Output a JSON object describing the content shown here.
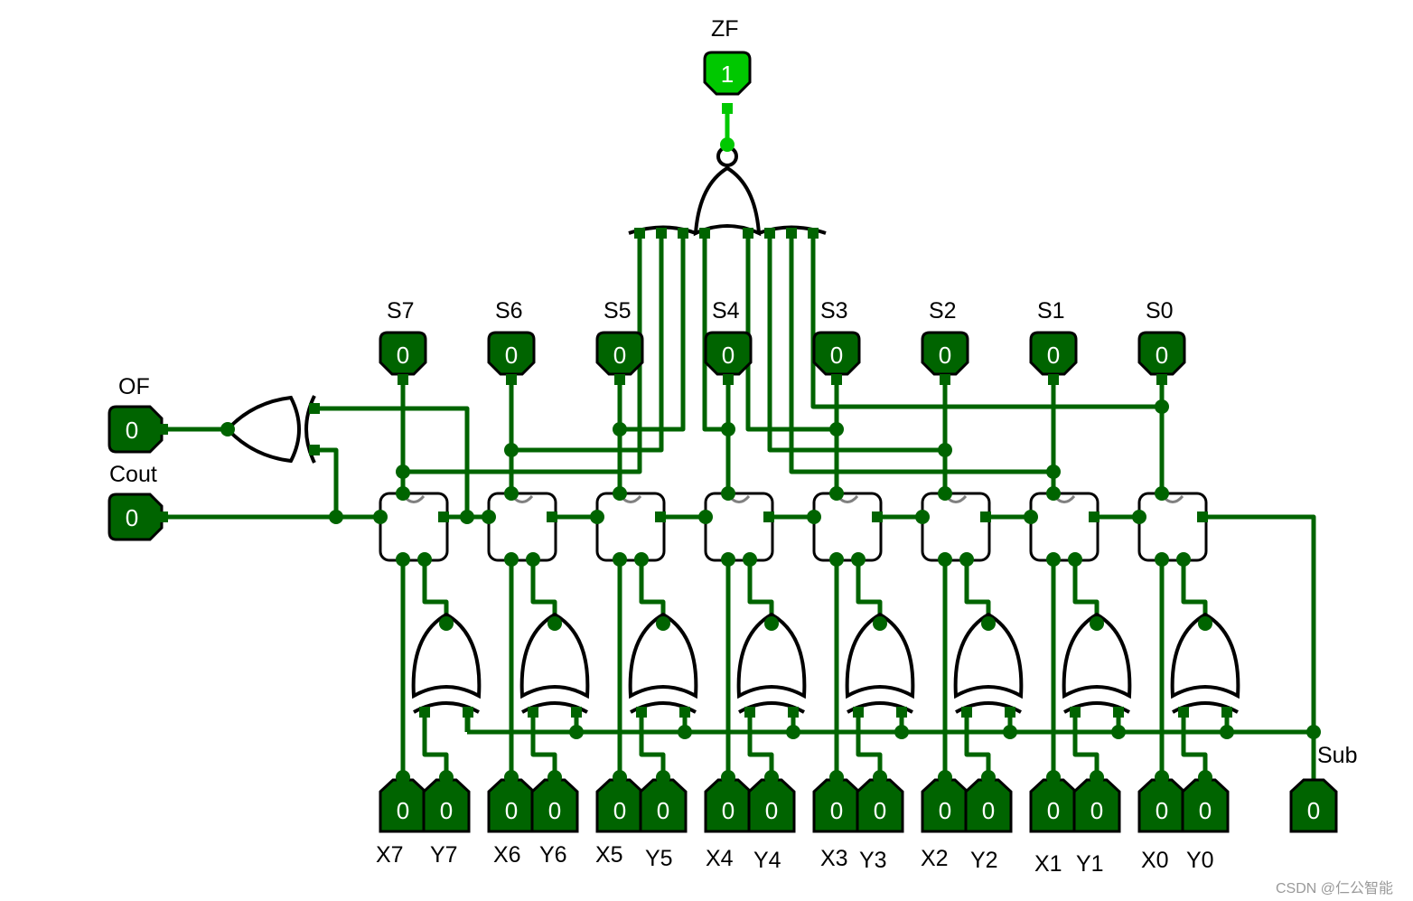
{
  "colors": {
    "wire_low": "#006400",
    "wire_high": "#00c800",
    "pin_low": "#006400",
    "pin_high": "#00c800",
    "gate_stroke": "#000000",
    "adder_arc": "#808080"
  },
  "outputs": {
    "zf": {
      "label": "ZF",
      "value": "1"
    },
    "of": {
      "label": "OF",
      "value": "0"
    },
    "cout": {
      "label": "Cout",
      "value": "0"
    },
    "sum": [
      {
        "label": "S7",
        "value": "0"
      },
      {
        "label": "S6",
        "value": "0"
      },
      {
        "label": "S5",
        "value": "0"
      },
      {
        "label": "S4",
        "value": "0"
      },
      {
        "label": "S3",
        "value": "0"
      },
      {
        "label": "S2",
        "value": "0"
      },
      {
        "label": "S1",
        "value": "0"
      },
      {
        "label": "S0",
        "value": "0"
      }
    ]
  },
  "inputs": {
    "bits": [
      {
        "x_label": "X7",
        "x_value": "0",
        "y_label": "Y7",
        "y_value": "0"
      },
      {
        "x_label": "X6",
        "x_value": "0",
        "y_label": "Y6",
        "y_value": "0"
      },
      {
        "x_label": "X5",
        "x_value": "0",
        "y_label": "Y5",
        "y_value": "0"
      },
      {
        "x_label": "X4",
        "x_value": "0",
        "y_label": "Y4",
        "y_value": "0"
      },
      {
        "x_label": "X3",
        "x_value": "0",
        "y_label": "Y3",
        "y_value": "0"
      },
      {
        "x_label": "X2",
        "x_value": "0",
        "y_label": "Y2",
        "y_value": "0"
      },
      {
        "x_label": "X1",
        "x_value": "0",
        "y_label": "Y1",
        "y_value": "0"
      },
      {
        "x_label": "X0",
        "x_value": "0",
        "y_label": "Y0",
        "y_value": "0"
      }
    ],
    "sub": {
      "label": "Sub",
      "value": "0"
    }
  },
  "watermark": "CSDN @仁公智能"
}
